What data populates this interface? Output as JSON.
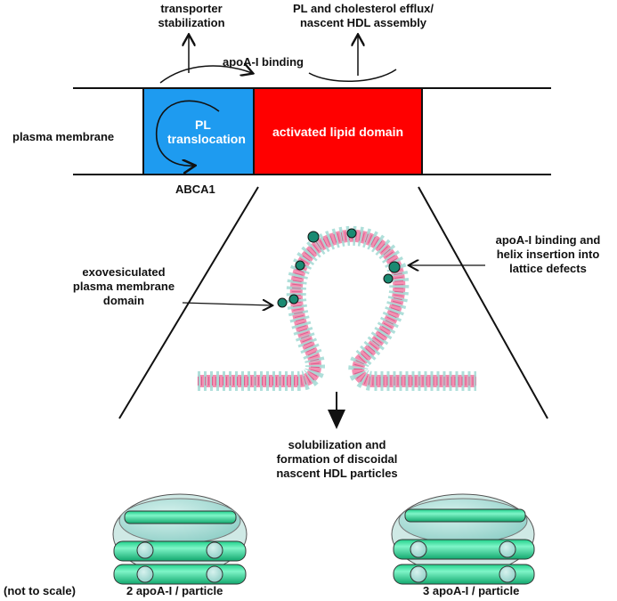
{
  "labels": {
    "transporter_stabilization": "transporter\nstabilization",
    "pl_efflux": "PL and cholesterol efflux/\nnascent HDL assembly",
    "apoa_binding_top": "apoA-I binding",
    "plasma_membrane": "plasma membrane",
    "pl_translocation": "PL\ntranslocation",
    "activated_lipid_domain": "activated lipid domain",
    "abca1": "ABCA1",
    "apoa_helix": "apoA-I binding and\nhelix insertion into\nlattice defects",
    "exovesiculated": "exovesiculated\nplasma membrane\ndomain",
    "solubilization": "solubilization and\nformation of discoidal\nnascent HDL particles",
    "not_to_scale": "(not to scale)",
    "particle_2": "2 apoA-I / particle",
    "particle_3": "3 apoA-I / particle"
  },
  "colors": {
    "abca1_blue": "#1e9bf0",
    "lipid_red": "#ff0000",
    "lipid_pink": "#f48fb1",
    "headgroup": "#a6dcd6",
    "protein_green": "#2ee6a0"
  }
}
